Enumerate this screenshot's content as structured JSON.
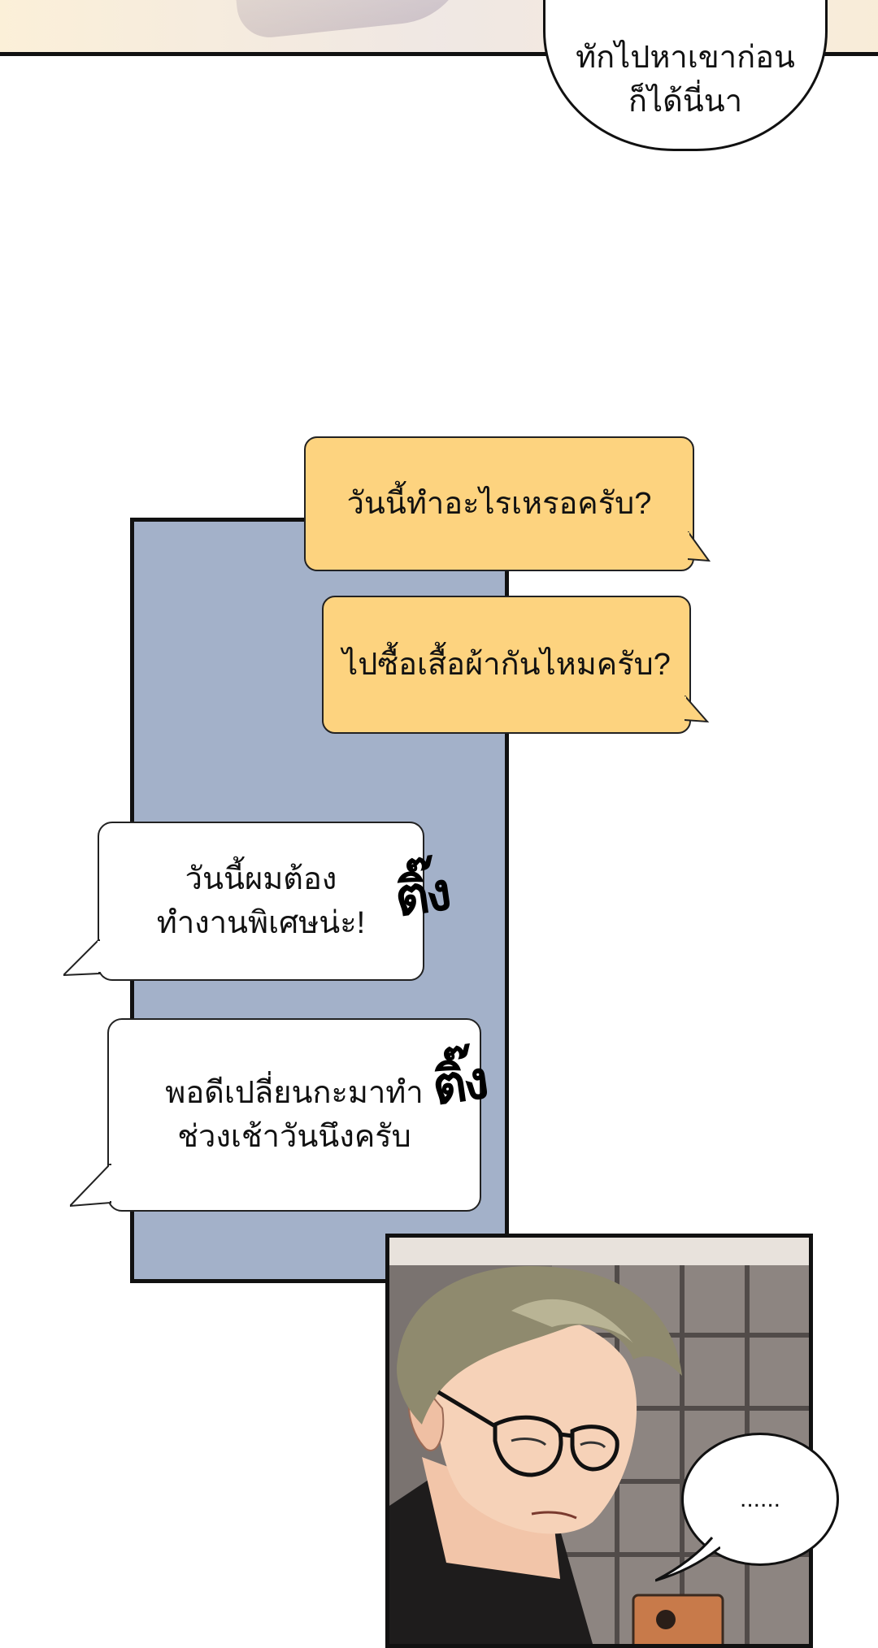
{
  "speech_top": {
    "lines": [
      "ทักไปหาเขาก่อน",
      "ก็ได้นี่นา"
    ]
  },
  "chat_sent": [
    {
      "text": "วันนี้ทำอะไรเหรอครับ?"
    },
    {
      "text": "ไปซื้อเสื้อผ้ากันไหมครับ?"
    }
  ],
  "chat_received": [
    {
      "lines": [
        "วันนี้ผมต้อง",
        "ทำงานพิเศษน่ะ!"
      ]
    },
    {
      "lines": [
        "พอดีเปลี่ยนกะมาทำ",
        "ช่วงเช้าวันนึงครับ"
      ]
    }
  ],
  "sfx": [
    "ติ๊ง",
    "ติ๊ง"
  ],
  "speech_bottom": {
    "text": "......"
  },
  "colors": {
    "sent_bubble": "#fdd37f",
    "blue_panel": "#a3b1c9",
    "outline": "#111111"
  }
}
